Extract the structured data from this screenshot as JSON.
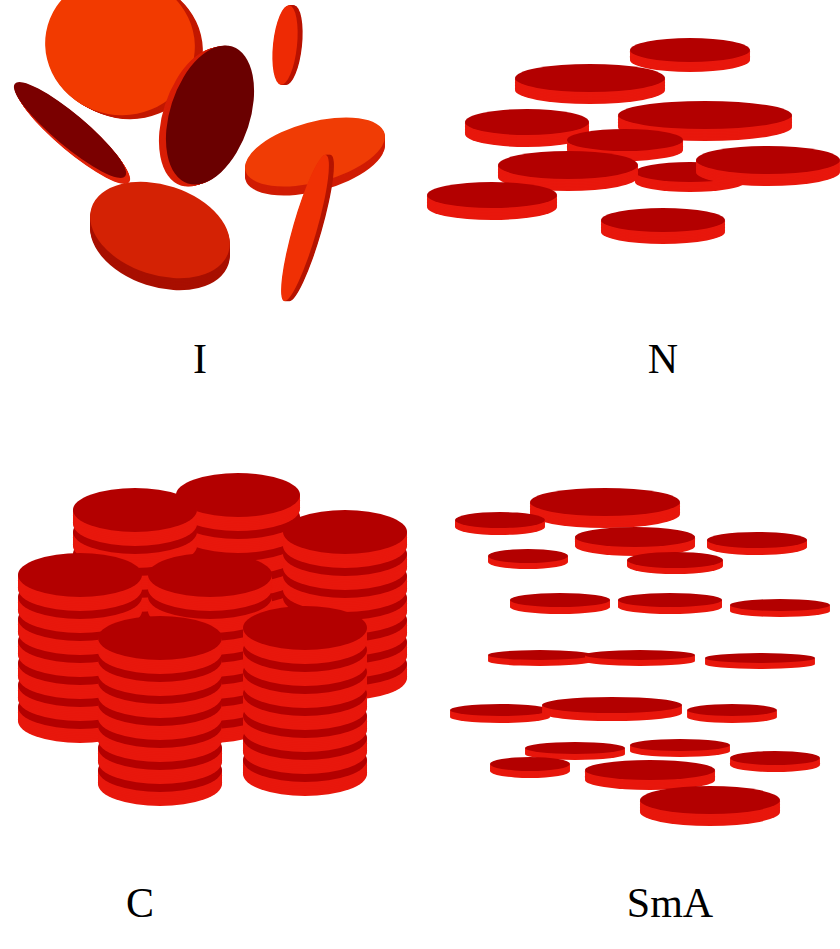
{
  "diagram": {
    "labels": [
      "I",
      "N",
      "C",
      "SmA"
    ]
  }
}
